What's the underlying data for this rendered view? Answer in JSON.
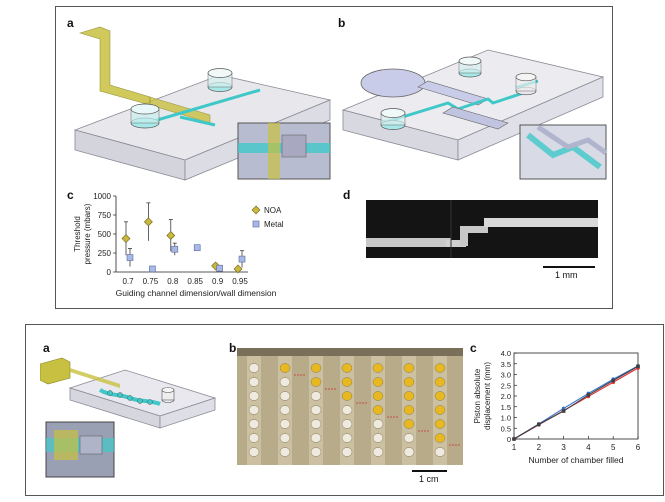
{
  "top_figure": {
    "labels": {
      "a": "a",
      "b": "b",
      "c": "c",
      "d": "d"
    },
    "colors": {
      "channel": "#40c8c8",
      "yellow": "#c8c040",
      "frame": "#555555"
    }
  },
  "bottom_figure": {
    "labels": {
      "a": "a",
      "b": "b",
      "c": "c"
    },
    "scale_bar": "1 cm"
  },
  "micrograph": {
    "scale_bar": "1 mm"
  },
  "chart_data": [
    {
      "type": "scatter",
      "panel": "c-top",
      "ylabel": "Threshold pressure (mbars)",
      "xlabel": "Guiding channel dimension/wall dimension",
      "categories": [
        "0.7",
        "0.75",
        "0.8",
        "0.85",
        "0.9",
        "0.95"
      ],
      "ylim": [
        0,
        1000
      ],
      "yticks": [
        "0",
        "250",
        "500",
        "750",
        "1000"
      ],
      "legend_position": "top-right",
      "series": [
        {
          "name": "NOA",
          "marker": "diamond",
          "color": "#c8b840",
          "points": [
            {
              "x": "0.7",
              "y": 440,
              "err": 220
            },
            {
              "x": "0.75",
              "y": 660,
              "err": 250
            },
            {
              "x": "0.8",
              "y": 480,
              "err": 210
            },
            {
              "x": "0.9",
              "y": 80,
              "err": 30
            },
            {
              "x": "0.95",
              "y": 40,
              "err": 20
            }
          ]
        },
        {
          "name": "Metal",
          "marker": "square",
          "color": "#a8b8e8",
          "points": [
            {
              "x": "0.7",
              "y": 190,
              "err": 120
            },
            {
              "x": "0.75",
              "y": 40,
              "err": 10
            },
            {
              "x": "0.8",
              "y": 300,
              "err": 80
            },
            {
              "x": "0.85",
              "y": 320,
              "err": 30
            },
            {
              "x": "0.9",
              "y": 50,
              "err": 20
            },
            {
              "x": "0.95",
              "y": 170,
              "err": 110
            }
          ]
        }
      ]
    },
    {
      "type": "line",
      "panel": "c-bottom",
      "ylabel": "Piston absolute displacement (mm)",
      "xlabel": "Number of chamber filled",
      "x": [
        1,
        2,
        3,
        4,
        5,
        6
      ],
      "xlim": [
        1,
        6
      ],
      "ylim": [
        0,
        4.0
      ],
      "yticks": [
        "0",
        "0.5",
        "1.0",
        "1.5",
        "2.0",
        "2.5",
        "3.0",
        "3.5",
        "4.0"
      ],
      "series": [
        {
          "color": "#e03030",
          "values": [
            0,
            0.66,
            1.32,
            1.98,
            2.64,
            3.3
          ]
        },
        {
          "color": "#3070d0",
          "values": [
            0,
            0.7,
            1.42,
            2.12,
            2.78,
            3.4
          ]
        },
        {
          "color": "#404040",
          "marker": "square",
          "values": [
            0,
            0.68,
            1.3,
            2.05,
            2.72,
            3.38
          ]
        }
      ]
    }
  ]
}
